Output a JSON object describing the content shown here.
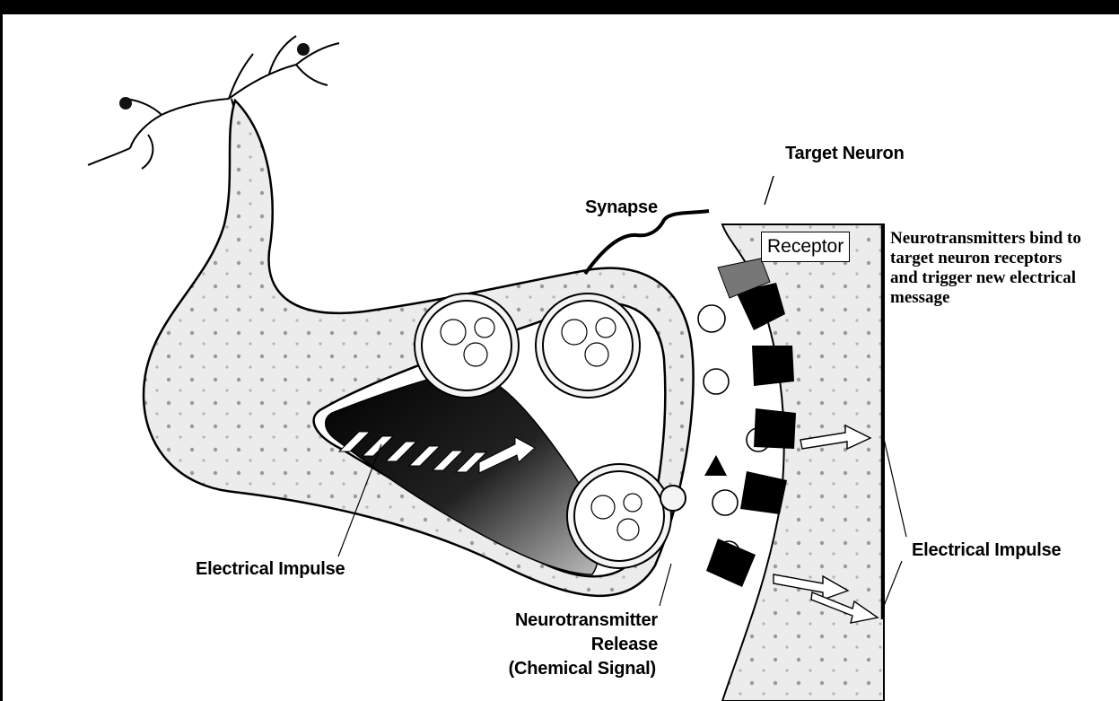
{
  "labels": {
    "target_neuron": "Target Neuron",
    "synapse": "Synapse",
    "receptor": "Receptor",
    "caption_lines": [
      "Neurotransmitters bind to",
      "target neuron receptors",
      "and trigger new electrical",
      "message"
    ],
    "electrical_impulse_left": "Electrical Impulse",
    "electrical_impulse_right": "Electrical Impulse",
    "release_lines": [
      "Neurotransmitter",
      "Release",
      "(Chemical Signal)"
    ]
  },
  "colors": {
    "ink": "#000000",
    "membrane_fill": "#e9e9e9",
    "dark_fill": "#111111",
    "background": "#ffffff"
  }
}
